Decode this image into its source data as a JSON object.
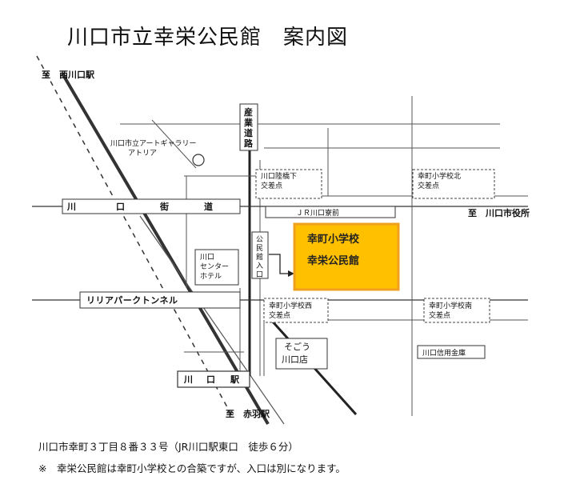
{
  "title": "川口市立幸栄公民館　案内図",
  "labels": {
    "to_nishikawaguchi": "至　西川口駅",
    "art_gallery_1": "川口市立アートギャラリー",
    "art_gallery_2": "アトリア",
    "sangyo_road_1": "産",
    "sangyo_road_2": "業",
    "sangyo_road_3": "道",
    "sangyo_road_4": "路",
    "kawaguchi_rikkyo_1": "川口陸橋下",
    "kawaguchi_rikkyo_2": "交差点",
    "saiwaicho_north_1": "幸町小学校北",
    "saiwaicho_north_2": "交差点",
    "kawaguchi_kaido_1": "川",
    "kawaguchi_kaido_2": "口",
    "kawaguchi_kaido_3": "街",
    "kawaguchi_kaido_4": "道",
    "jr_kawaguchi_ryo": "ＪＲ川口寮前",
    "to_city_hall": "至　川口市役所",
    "hotel_1": "川口",
    "hotel_2": "センター",
    "hotel_3": "ホテル",
    "parking_1": "公",
    "parking_2": "民",
    "parking_3": "館",
    "parking_4": "入",
    "parking_5": "口",
    "school_name": "幸町小学校",
    "kominkan_name": "幸栄公民館",
    "lilia_tunnel": "リリアパークトンネル",
    "saiwaicho_west_1": "幸町小学校西",
    "saiwaicho_west_2": "交差点",
    "saiwaicho_south_1": "幸町小学校南",
    "saiwaicho_south_2": "交差点",
    "sogo_1": "そごう",
    "sogo_2": "川口店",
    "shinkin": "川口信用金庫",
    "kawaguchi_station_1": "川",
    "kawaguchi_station_2": "口",
    "kawaguchi_station_3": "駅",
    "to_akabane": "至　赤羽駅"
  },
  "address": "川口市幸町３丁目８番３３号（JR川口駅東口　徒歩６分）",
  "note": "※　幸栄公民館は幸町小学校との合築ですが、入口は別になります。",
  "colors": {
    "highlight_fill": "#ffc000",
    "highlight_border": "#f0a020",
    "line": "#333333"
  }
}
